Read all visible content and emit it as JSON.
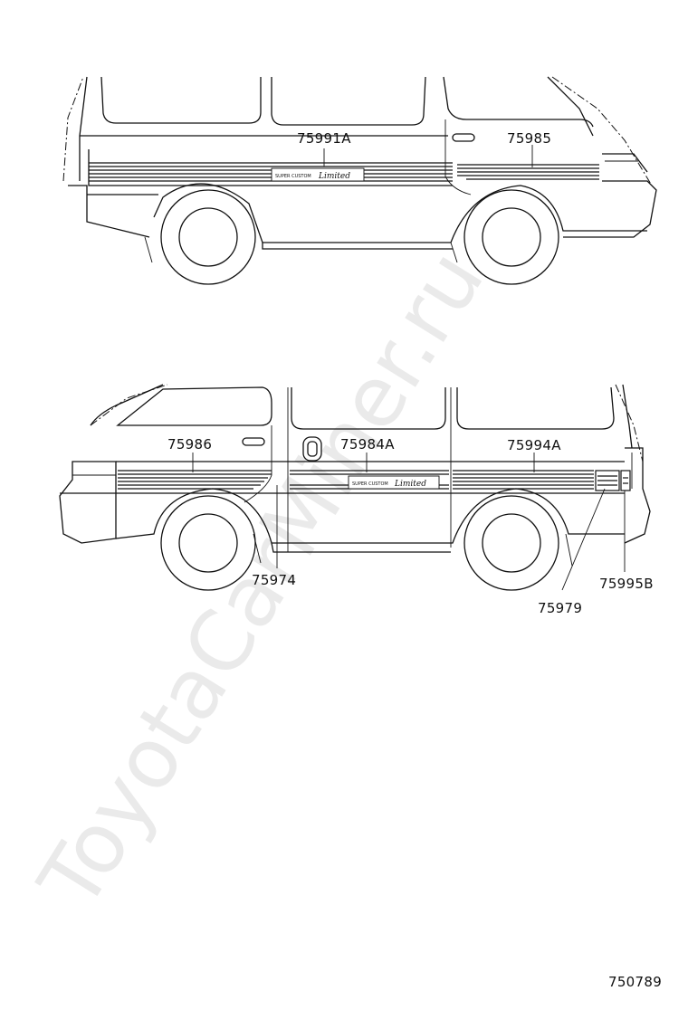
{
  "diagram": {
    "top_view": {
      "labels": [
        "75991A",
        "75985"
      ],
      "badge": {
        "small_text": "SUPER CUSTOM",
        "script_text": "Limited"
      }
    },
    "bottom_view": {
      "labels": [
        "75986",
        "75984A",
        "75994A",
        "75974",
        "75979",
        "75995B"
      ],
      "badge": {
        "small_text": "SUPER CUSTOM",
        "script_text": "Limited"
      }
    },
    "diagram_code": "750789",
    "watermark": "ToyotaCarMiner.ru"
  }
}
